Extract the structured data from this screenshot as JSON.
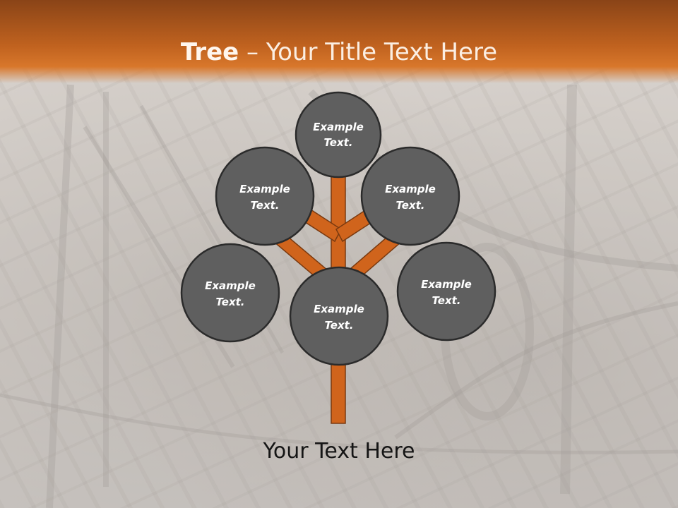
{
  "slide": {
    "title_bold": "Tree",
    "title_rest": " – Your Title Text Here",
    "caption": "Your Text Here"
  },
  "tree": {
    "nodes": [
      {
        "line1": "Example",
        "line2": "Text."
      },
      {
        "line1": "Example",
        "line2": "Text."
      },
      {
        "line1": "Example",
        "line2": "Text."
      },
      {
        "line1": "Example",
        "line2": "Text."
      },
      {
        "line1": "Example",
        "line2": "Text."
      },
      {
        "line1": "Example",
        "line2": "Text."
      }
    ]
  },
  "colors": {
    "header": "#c0621f",
    "branch": "#d0641c",
    "circle_fill": "#5f5f5f",
    "circle_stroke": "#2b2b2b"
  }
}
